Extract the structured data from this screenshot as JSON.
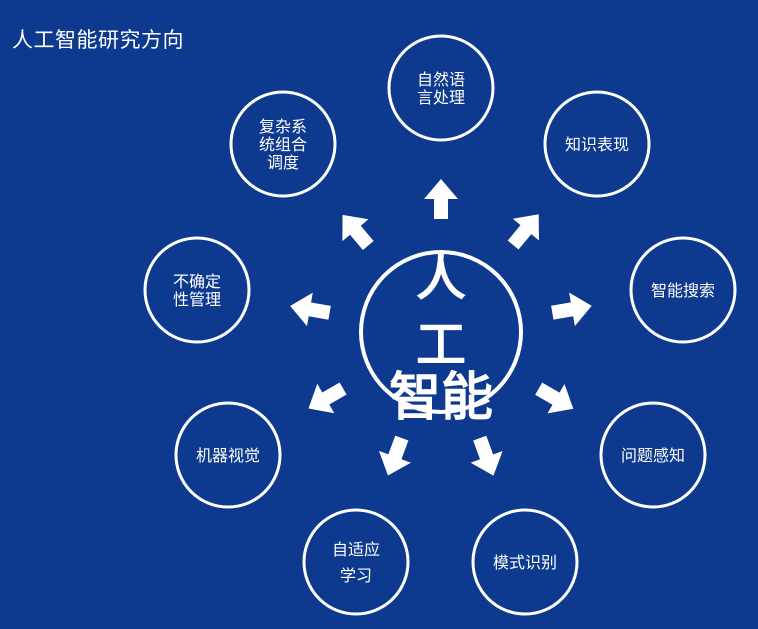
{
  "title": "人工智能研究方向",
  "center": {
    "lines": [
      "人",
      "工",
      "智能"
    ]
  },
  "nodes": [
    {
      "id": "nlp",
      "lines": [
        "自然语",
        "言处理"
      ]
    },
    {
      "id": "knowledge",
      "lines": [
        "知识表现"
      ]
    },
    {
      "id": "search",
      "lines": [
        "智能搜索"
      ]
    },
    {
      "id": "perception",
      "lines": [
        "问题感知"
      ]
    },
    {
      "id": "pattern",
      "lines": [
        "模式识别"
      ]
    },
    {
      "id": "adaptive",
      "lines": [
        "自适应",
        "学习"
      ]
    },
    {
      "id": "vision",
      "lines": [
        "机器视觉"
      ]
    },
    {
      "id": "uncertainty",
      "lines": [
        "不确定",
        "性管理"
      ]
    },
    {
      "id": "complex",
      "lines": [
        "复杂系",
        "统组合",
        "调度"
      ]
    }
  ],
  "colors": {
    "background": "#0d3a8e",
    "foreground": "#ffffff"
  }
}
